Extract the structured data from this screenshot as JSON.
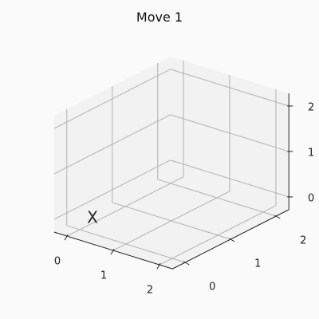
{
  "title": "Move 1",
  "axes": {
    "x_ticks": [
      "0",
      "1",
      "2"
    ],
    "y_ticks": [
      "0",
      "1",
      "2"
    ],
    "z_ticks": [
      "0",
      "1",
      "2"
    ]
  },
  "board": {
    "size": 3
  },
  "moves": [
    {
      "player": "X",
      "x": 0,
      "y": 0,
      "z": 0,
      "color": "#ff0000"
    }
  ],
  "colors": {
    "grid": "#b0b0b0",
    "pane": "#f2f2f2",
    "background": "#fafafa"
  }
}
